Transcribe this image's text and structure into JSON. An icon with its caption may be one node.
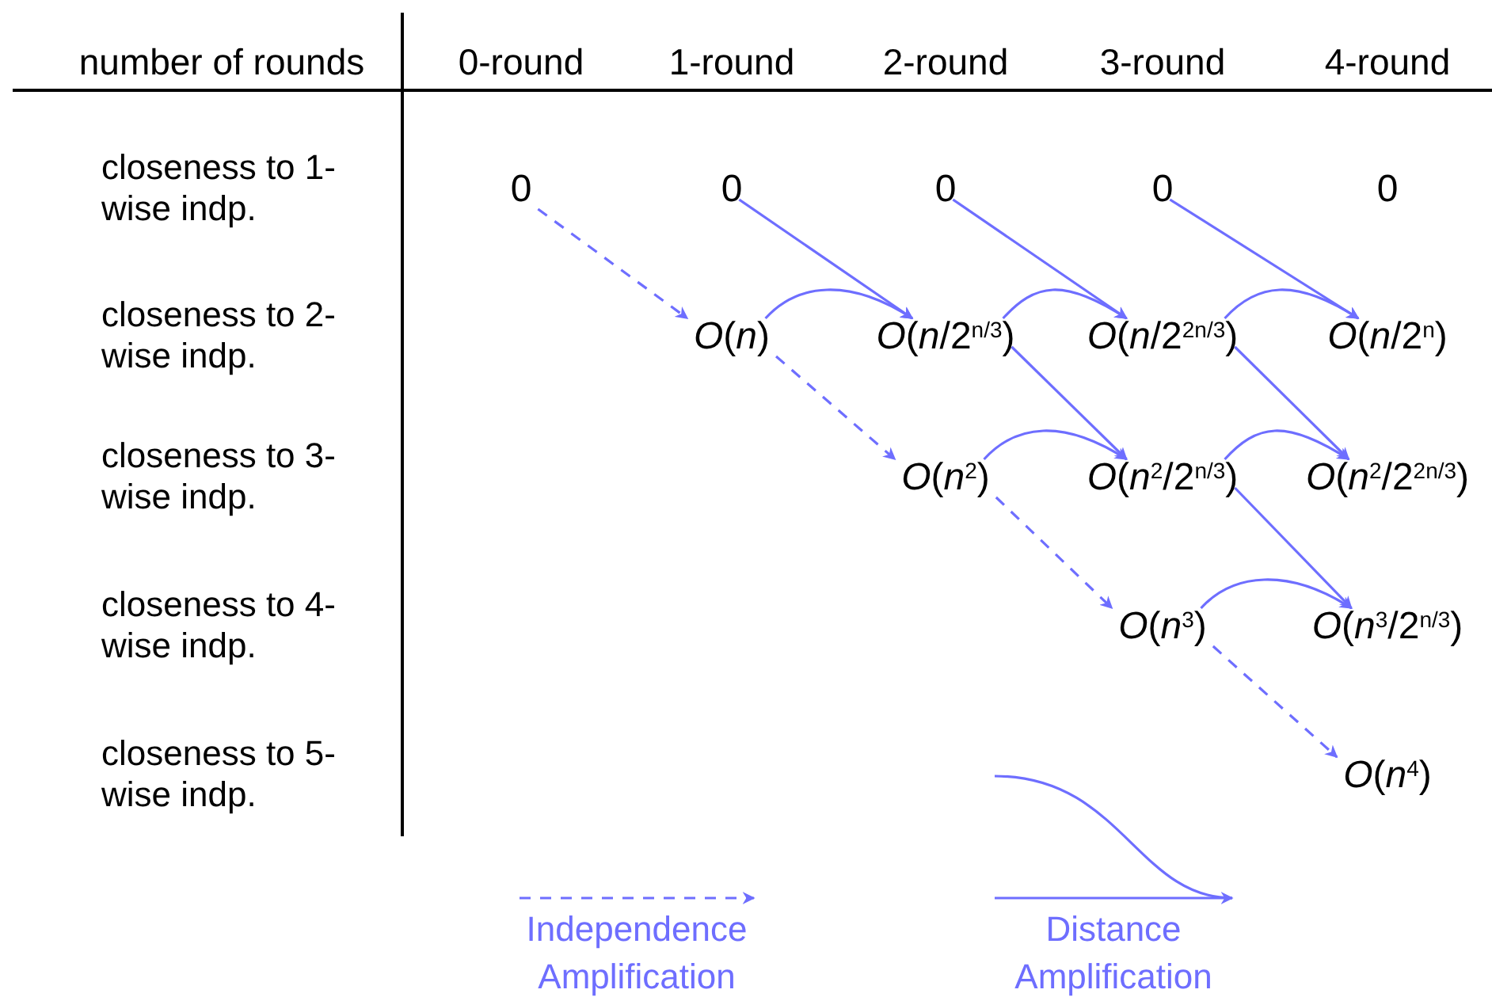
{
  "diagram": {
    "nodes": [
      {
        "text": [
          "0"
        ]
      },
      {
        "text": [
          "0"
        ]
      },
      {
        "text": [
          "0"
        ]
      },
      {
        "text": [
          "0"
        ]
      },
      {
        "text": [
          "0"
        ]
      },
      {
        "text": [
          "*O*(*n*)"
        ]
      },
      {
        "text": [
          "*O*(*n*/2$^{n/3}$)"
        ]
      },
      {
        "text": [
          "*O*(*n*/2$^{2n/3}$)"
        ]
      },
      {
        "text": [
          "*O*(*n*/2$^{n}$)"
        ]
      },
      {
        "text": [
          "*O*(*n*$^{2}$)"
        ]
      },
      {
        "text": [
          "*O*(*n*$^{2}$/2$^{n/3}$)"
        ]
      },
      {
        "text": [
          "*O*(*n*$^{2}$/2$^{2n/3}$)"
        ]
      },
      {
        "text": [
          "*O*(*n*$^{3}$)"
        ]
      },
      {
        "text": [
          "*O*(*n*$^{3}$/2$^{n/3}$)"
        ]
      },
      {
        "text": [
          "*O*(*n*$^{4}$)"
        ]
      }
    ],
    "edges": [
      {
        "from": 0,
        "to": 5,
        "arrow": "to",
        "style": "dashed"
      },
      {
        "from": 5,
        "to": 9,
        "arrow": "to",
        "style": "dashed"
      },
      {
        "from": 9,
        "to": 12,
        "arrow": "to",
        "style": "dashed"
      },
      {
        "from": 12,
        "to": 14,
        "arrow": "to",
        "style": "dashed"
      },
      {
        "from": 1,
        "to": 6,
        "arrow": "to"
      },
      {
        "from": 5,
        "to": 6,
        "arrow": "to"
      },
      {
        "from": 2,
        "to": 7,
        "arrow": "to"
      },
      {
        "from": 6,
        "to": 7,
        "arrow": "to"
      },
      {
        "from": 3,
        "to": 8,
        "arrow": "to"
      },
      {
        "from": 7,
        "to": 8,
        "arrow": "to"
      },
      {
        "from": 6,
        "to": 10,
        "arrow": "to"
      },
      {
        "from": 9,
        "to": 10,
        "arrow": "to"
      },
      {
        "from": 7,
        "to": 11,
        "arrow": "to"
      },
      {
        "from": 10,
        "to": 11,
        "arrow": "to"
      },
      {
        "from": 10,
        "to": 13,
        "arrow": "to"
      },
      {
        "from": 12,
        "to": 13,
        "arrow": "to"
      }
    ],
    "labels": [
      "number of rounds",
      "0-round",
      "1-round",
      "2-round",
      "3-round",
      "4-round",
      "closeness to 1-wise indp.",
      "closeness to 2-wise indp.",
      "closeness to 3-wise indp.",
      "closeness to 4-wise indp.",
      "closeness to 5-wise indp."
    ],
    "legend": [
      {
        "text": "Independence Amplification"
      },
      {
        "text": "Distance Amplification"
      }
    ]
  }
}
